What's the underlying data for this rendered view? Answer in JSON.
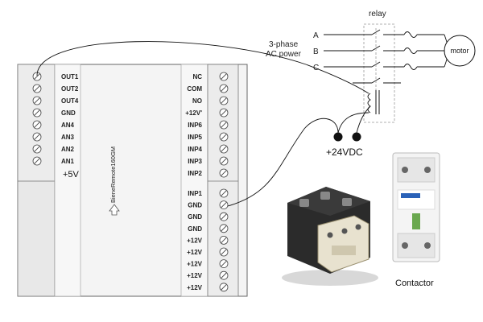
{
  "board": {
    "name": "BieneRemote160GM",
    "left_pins": [
      "OUT1",
      "OUT2",
      "OUT4",
      "GND",
      "AN4",
      "AN3",
      "AN2",
      "AN1"
    ],
    "left_power": "+5V",
    "right_top_pins": [
      "NC",
      "COM",
      "NO",
      "+12V'",
      "INP6",
      "INP5",
      "INP4",
      "INP3",
      "INP2"
    ],
    "right_bottom_pins": [
      "INP1",
      "GND",
      "GND",
      "GND",
      "+12V",
      "+12V",
      "+12V",
      "+12V",
      "+12V"
    ]
  },
  "relay": {
    "title": "relay",
    "phase_label_line1": "3-phase",
    "phase_label_line2": "AC power",
    "phases": [
      "A",
      "B",
      "C"
    ],
    "motor": "motor"
  },
  "supply": {
    "label": "+24VDC"
  },
  "photo": {
    "contactor_caption": "Contactor"
  }
}
